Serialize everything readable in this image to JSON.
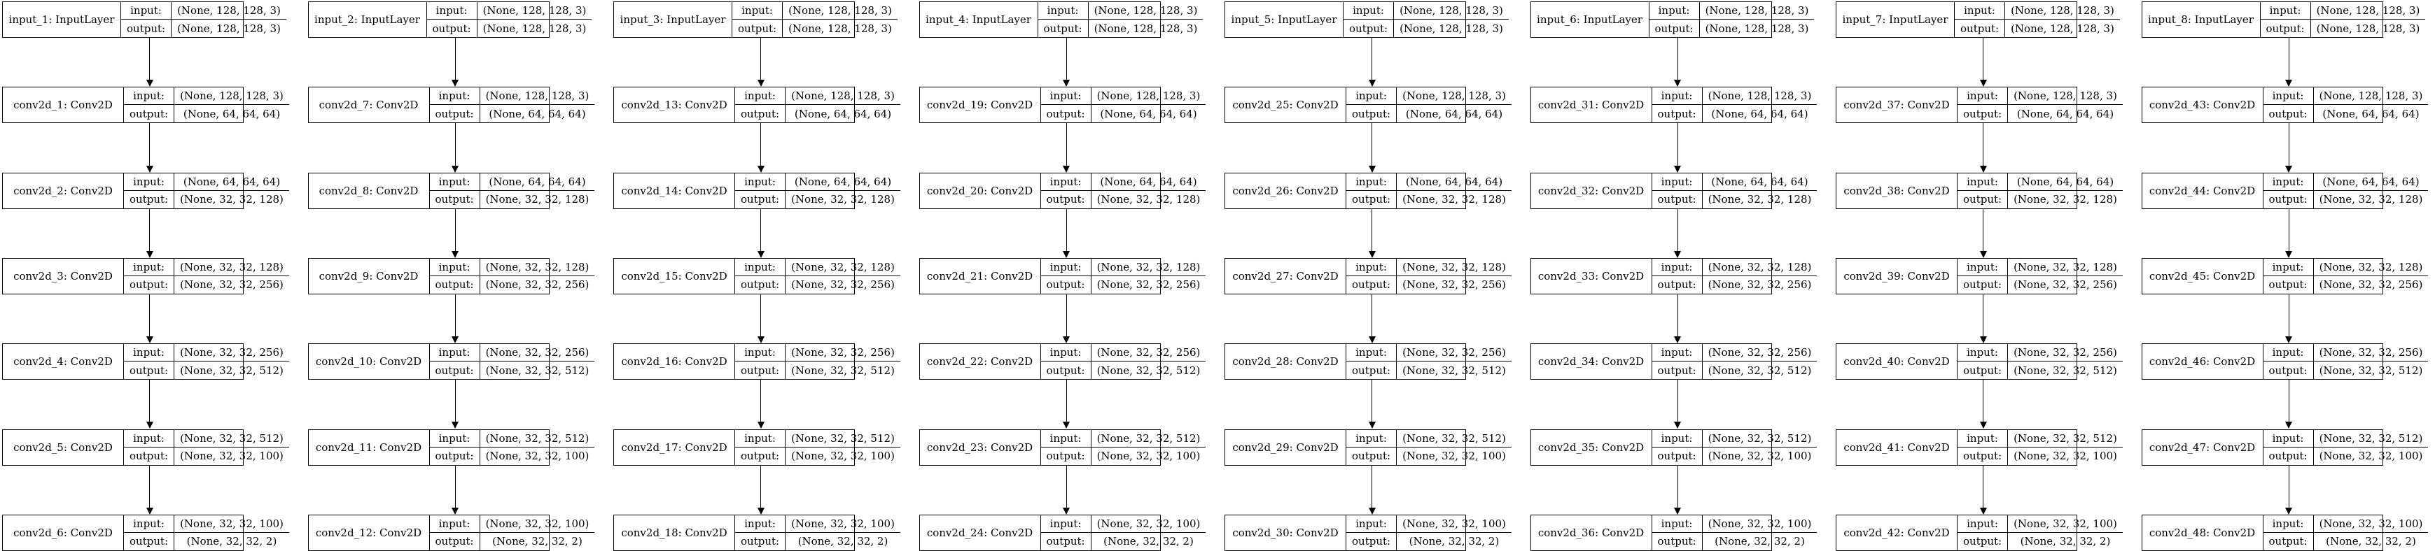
{
  "diagram": {
    "columns": [
      {
        "layers": [
          {
            "name": "input_1: InputLayer",
            "input": "(None, 128, 128, 3)",
            "output": "(None, 128, 128, 3)"
          },
          {
            "name": "conv2d_1: Conv2D",
            "input": "(None, 128, 128, 3)",
            "output": "(None, 64, 64, 64)"
          },
          {
            "name": "conv2d_2: Conv2D",
            "input": "(None, 64, 64, 64)",
            "output": "(None, 32, 32, 128)"
          },
          {
            "name": "conv2d_3: Conv2D",
            "input": "(None, 32, 32, 128)",
            "output": "(None, 32, 32, 256)"
          },
          {
            "name": "conv2d_4: Conv2D",
            "input": "(None, 32, 32, 256)",
            "output": "(None, 32, 32, 512)"
          },
          {
            "name": "conv2d_5: Conv2D",
            "input": "(None, 32, 32, 512)",
            "output": "(None, 32, 32, 100)"
          },
          {
            "name": "conv2d_6: Conv2D",
            "input": "(None, 32, 32, 100)",
            "output": "(None, 32, 32, 2)"
          }
        ]
      },
      {
        "layers": [
          {
            "name": "input_2: InputLayer",
            "input": "(None, 128, 128, 3)",
            "output": "(None, 128, 128, 3)"
          },
          {
            "name": "conv2d_7: Conv2D",
            "input": "(None, 128, 128, 3)",
            "output": "(None, 64, 64, 64)"
          },
          {
            "name": "conv2d_8: Conv2D",
            "input": "(None, 64, 64, 64)",
            "output": "(None, 32, 32, 128)"
          },
          {
            "name": "conv2d_9: Conv2D",
            "input": "(None, 32, 32, 128)",
            "output": "(None, 32, 32, 256)"
          },
          {
            "name": "conv2d_10: Conv2D",
            "input": "(None, 32, 32, 256)",
            "output": "(None, 32, 32, 512)"
          },
          {
            "name": "conv2d_11: Conv2D",
            "input": "(None, 32, 32, 512)",
            "output": "(None, 32, 32, 100)"
          },
          {
            "name": "conv2d_12: Conv2D",
            "input": "(None, 32, 32, 100)",
            "output": "(None, 32, 32, 2)"
          }
        ]
      },
      {
        "layers": [
          {
            "name": "input_3: InputLayer",
            "input": "(None, 128, 128, 3)",
            "output": "(None, 128, 128, 3)"
          },
          {
            "name": "conv2d_13: Conv2D",
            "input": "(None, 128, 128, 3)",
            "output": "(None, 64, 64, 64)"
          },
          {
            "name": "conv2d_14: Conv2D",
            "input": "(None, 64, 64, 64)",
            "output": "(None, 32, 32, 128)"
          },
          {
            "name": "conv2d_15: Conv2D",
            "input": "(None, 32, 32, 128)",
            "output": "(None, 32, 32, 256)"
          },
          {
            "name": "conv2d_16: Conv2D",
            "input": "(None, 32, 32, 256)",
            "output": "(None, 32, 32, 512)"
          },
          {
            "name": "conv2d_17: Conv2D",
            "input": "(None, 32, 32, 512)",
            "output": "(None, 32, 32, 100)"
          },
          {
            "name": "conv2d_18: Conv2D",
            "input": "(None, 32, 32, 100)",
            "output": "(None, 32, 32, 2)"
          }
        ]
      },
      {
        "layers": [
          {
            "name": "input_4: InputLayer",
            "input": "(None, 128, 128, 3)",
            "output": "(None, 128, 128, 3)"
          },
          {
            "name": "conv2d_19: Conv2D",
            "input": "(None, 128, 128, 3)",
            "output": "(None, 64, 64, 64)"
          },
          {
            "name": "conv2d_20: Conv2D",
            "input": "(None, 64, 64, 64)",
            "output": "(None, 32, 32, 128)"
          },
          {
            "name": "conv2d_21: Conv2D",
            "input": "(None, 32, 32, 128)",
            "output": "(None, 32, 32, 256)"
          },
          {
            "name": "conv2d_22: Conv2D",
            "input": "(None, 32, 32, 256)",
            "output": "(None, 32, 32, 512)"
          },
          {
            "name": "conv2d_23: Conv2D",
            "input": "(None, 32, 32, 512)",
            "output": "(None, 32, 32, 100)"
          },
          {
            "name": "conv2d_24: Conv2D",
            "input": "(None, 32, 32, 100)",
            "output": "(None, 32, 32, 2)"
          }
        ]
      },
      {
        "layers": [
          {
            "name": "input_5: InputLayer",
            "input": "(None, 128, 128, 3)",
            "output": "(None, 128, 128, 3)"
          },
          {
            "name": "conv2d_25: Conv2D",
            "input": "(None, 128, 128, 3)",
            "output": "(None, 64, 64, 64)"
          },
          {
            "name": "conv2d_26: Conv2D",
            "input": "(None, 64, 64, 64)",
            "output": "(None, 32, 32, 128)"
          },
          {
            "name": "conv2d_27: Conv2D",
            "input": "(None, 32, 32, 128)",
            "output": "(None, 32, 32, 256)"
          },
          {
            "name": "conv2d_28: Conv2D",
            "input": "(None, 32, 32, 256)",
            "output": "(None, 32, 32, 512)"
          },
          {
            "name": "conv2d_29: Conv2D",
            "input": "(None, 32, 32, 512)",
            "output": "(None, 32, 32, 100)"
          },
          {
            "name": "conv2d_30: Conv2D",
            "input": "(None, 32, 32, 100)",
            "output": "(None, 32, 32, 2)"
          }
        ]
      },
      {
        "layers": [
          {
            "name": "input_6: InputLayer",
            "input": "(None, 128, 128, 3)",
            "output": "(None, 128, 128, 3)"
          },
          {
            "name": "conv2d_31: Conv2D",
            "input": "(None, 128, 128, 3)",
            "output": "(None, 64, 64, 64)"
          },
          {
            "name": "conv2d_32: Conv2D",
            "input": "(None, 64, 64, 64)",
            "output": "(None, 32, 32, 128)"
          },
          {
            "name": "conv2d_33: Conv2D",
            "input": "(None, 32, 32, 128)",
            "output": "(None, 32, 32, 256)"
          },
          {
            "name": "conv2d_34: Conv2D",
            "input": "(None, 32, 32, 256)",
            "output": "(None, 32, 32, 512)"
          },
          {
            "name": "conv2d_35: Conv2D",
            "input": "(None, 32, 32, 512)",
            "output": "(None, 32, 32, 100)"
          },
          {
            "name": "conv2d_36: Conv2D",
            "input": "(None, 32, 32, 100)",
            "output": "(None, 32, 32, 2)"
          }
        ]
      },
      {
        "layers": [
          {
            "name": "input_7: InputLayer",
            "input": "(None, 128, 128, 3)",
            "output": "(None, 128, 128, 3)"
          },
          {
            "name": "conv2d_37: Conv2D",
            "input": "(None, 128, 128, 3)",
            "output": "(None, 64, 64, 64)"
          },
          {
            "name": "conv2d_38: Conv2D",
            "input": "(None, 64, 64, 64)",
            "output": "(None, 32, 32, 128)"
          },
          {
            "name": "conv2d_39: Conv2D",
            "input": "(None, 32, 32, 128)",
            "output": "(None, 32, 32, 256)"
          },
          {
            "name": "conv2d_40: Conv2D",
            "input": "(None, 32, 32, 256)",
            "output": "(None, 32, 32, 512)"
          },
          {
            "name": "conv2d_41: Conv2D",
            "input": "(None, 32, 32, 512)",
            "output": "(None, 32, 32, 100)"
          },
          {
            "name": "conv2d_42: Conv2D",
            "input": "(None, 32, 32, 100)",
            "output": "(None, 32, 32, 2)"
          }
        ]
      },
      {
        "layers": [
          {
            "name": "input_8: InputLayer",
            "input": "(None, 128, 128, 3)",
            "output": "(None, 128, 128, 3)"
          },
          {
            "name": "conv2d_43: Conv2D",
            "input": "(None, 128, 128, 3)",
            "output": "(None, 64, 64, 64)"
          },
          {
            "name": "conv2d_44: Conv2D",
            "input": "(None, 64, 64, 64)",
            "output": "(None, 32, 32, 128)"
          },
          {
            "name": "conv2d_45: Conv2D",
            "input": "(None, 32, 32, 128)",
            "output": "(None, 32, 32, 256)"
          },
          {
            "name": "conv2d_46: Conv2D",
            "input": "(None, 32, 32, 256)",
            "output": "(None, 32, 32, 512)"
          },
          {
            "name": "conv2d_47: Conv2D",
            "input": "(None, 32, 32, 512)",
            "output": "(None, 32, 32, 100)"
          },
          {
            "name": "conv2d_48: Conv2D",
            "input": "(None, 32, 32, 100)",
            "output": "(None, 32, 32, 2)"
          }
        ]
      }
    ],
    "labels": {
      "input": "input:",
      "output": "output:"
    }
  }
}
